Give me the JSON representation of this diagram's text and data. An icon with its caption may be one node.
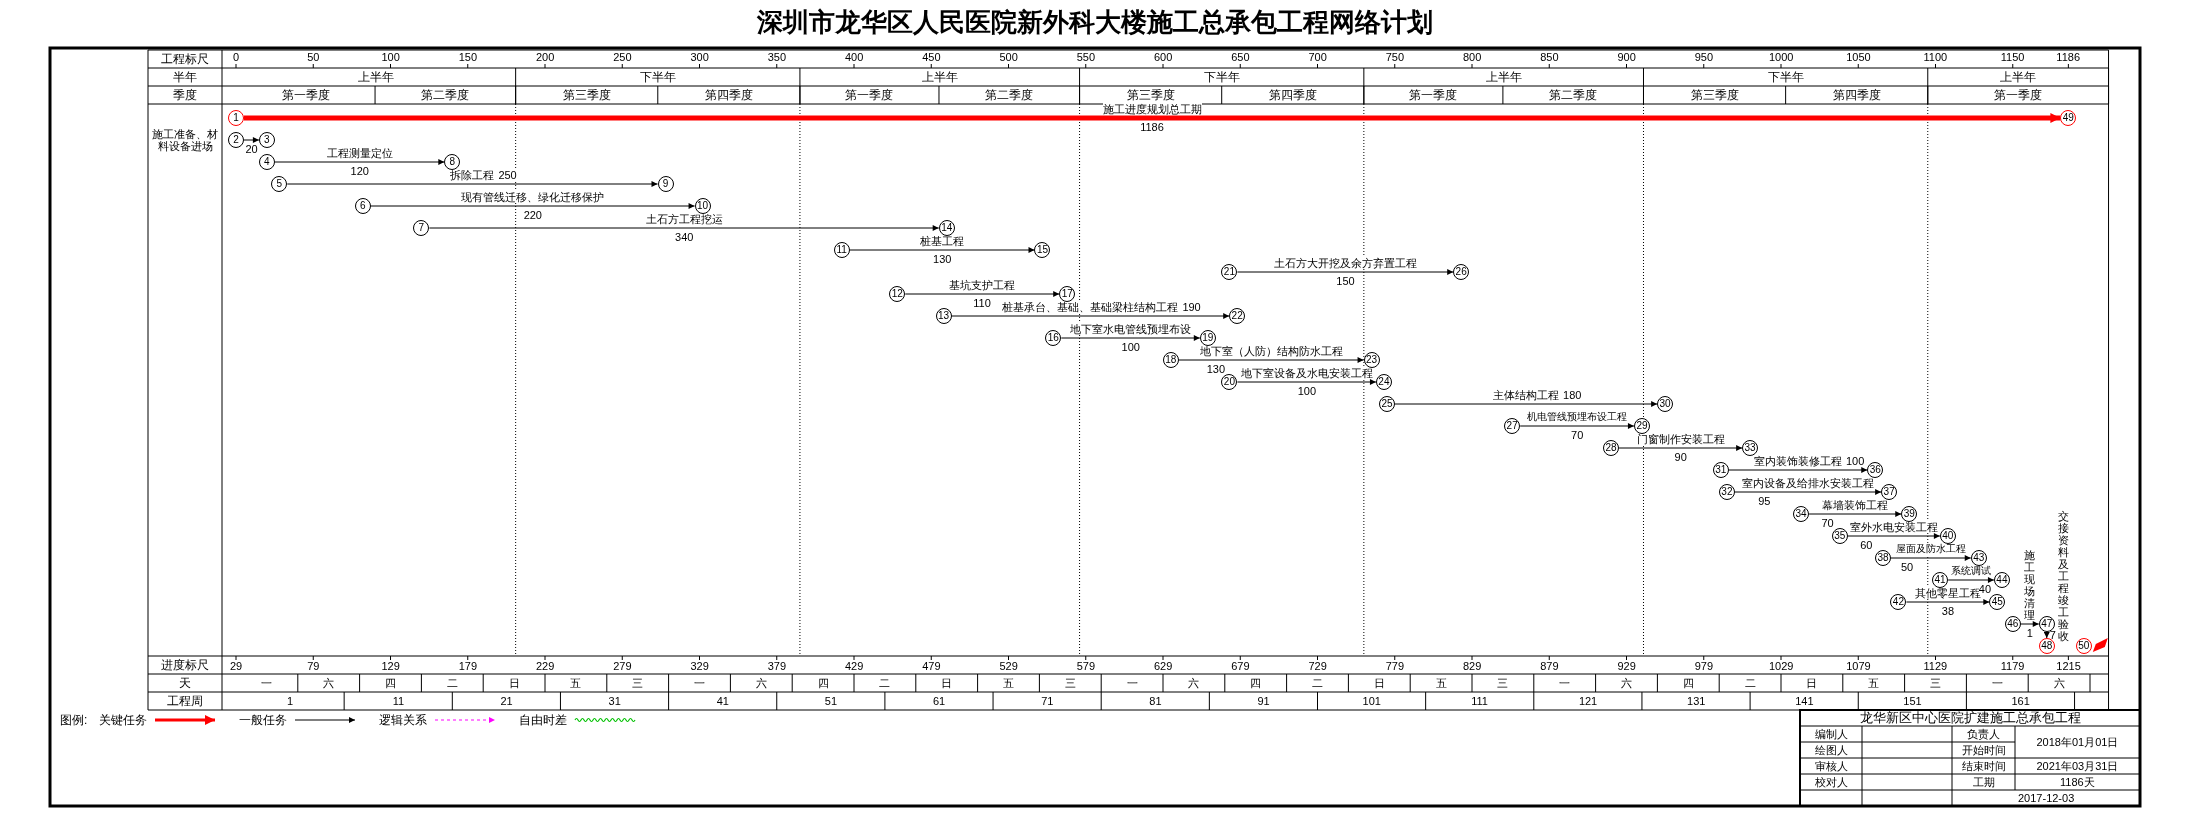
{
  "diagram": {
    "title": "深圳市龙华区人民医院新外科大楼施工总承包工程网络计划",
    "nodes": [
      {
        "text": [
          "1"
        ]
      },
      {
        "text": [
          "2"
        ]
      },
      {
        "text": [
          "3"
        ]
      },
      {
        "text": [
          "4"
        ]
      },
      {
        "text": [
          "5"
        ]
      },
      {
        "text": [
          "6"
        ]
      },
      {
        "text": [
          "7"
        ]
      },
      {
        "text": [
          "8"
        ]
      },
      {
        "text": [
          "9"
        ]
      },
      {
        "text": [
          "10"
        ]
      },
      {
        "text": [
          "11"
        ]
      },
      {
        "text": [
          "12"
        ]
      },
      {
        "text": [
          "13"
        ]
      },
      {
        "text": [
          "14"
        ]
      },
      {
        "text": [
          "15"
        ]
      },
      {
        "text": [
          "16"
        ]
      },
      {
        "text": [
          "17"
        ]
      },
      {
        "text": [
          "18"
        ]
      },
      {
        "text": [
          "19"
        ]
      },
      {
        "text": [
          "20"
        ]
      },
      {
        "text": [
          "21"
        ]
      },
      {
        "text": [
          "22"
        ]
      },
      {
        "text": [
          "23"
        ]
      },
      {
        "text": [
          "24"
        ]
      },
      {
        "text": [
          "25"
        ]
      },
      {
        "text": [
          "26"
        ]
      },
      {
        "text": [
          "27"
        ]
      },
      {
        "text": [
          "28"
        ]
      },
      {
        "text": [
          "29"
        ]
      },
      {
        "text": [
          "30"
        ]
      },
      {
        "text": [
          "31"
        ]
      },
      {
        "text": [
          "32"
        ]
      },
      {
        "text": [
          "33"
        ]
      },
      {
        "text": [
          "34"
        ]
      },
      {
        "text": [
          "35"
        ]
      },
      {
        "text": [
          "36"
        ]
      },
      {
        "text": [
          "37"
        ]
      },
      {
        "text": [
          "38"
        ]
      },
      {
        "text": [
          "39"
        ]
      },
      {
        "text": [
          "40"
        ]
      },
      {
        "text": [
          "41"
        ]
      },
      {
        "text": [
          "42"
        ]
      },
      {
        "text": [
          "43"
        ]
      },
      {
        "text": [
          "44"
        ]
      },
      {
        "text": [
          "45"
        ]
      },
      {
        "text": [
          "46"
        ]
      },
      {
        "text": [
          "47"
        ]
      },
      {
        "text": [
          "48"
        ]
      },
      {
        "text": [
          "49"
        ]
      },
      {
        "text": [
          "50"
        ]
      }
    ],
    "edges": [
      {
        "from": 0,
        "to": 48,
        "arrow": "to",
        "label": "施工进度规划总工期",
        "style": "thick",
        "color": "#ff0000"
      },
      {
        "from": 1,
        "to": 2,
        "arrow": "to",
        "label": "施工准备、材料设备进场"
      },
      {
        "from": 3,
        "to": 7,
        "arrow": "to",
        "label": "工程测量定位"
      },
      {
        "from": 4,
        "to": 8,
        "arrow": "to",
        "label": "拆除工程"
      },
      {
        "from": 5,
        "to": 9,
        "arrow": "to",
        "label": "现有管线迁移、绿化迁移保护"
      },
      {
        "from": 6,
        "to": 13,
        "arrow": "to",
        "label": "土石方工程挖运"
      },
      {
        "from": 10,
        "to": 14,
        "arrow": "to",
        "label": "桩基工程"
      },
      {
        "from": 20,
        "to": 25,
        "arrow": "to",
        "label": "土石方大开挖及余方弃置工程"
      },
      {
        "from": 11,
        "to": 16,
        "arrow": "to",
        "label": "基坑支护工程"
      },
      {
        "from": 12,
        "to": 21,
        "arrow": "to",
        "label": "桩基承台、基础、基础梁柱结构工程"
      },
      {
        "from": 15,
        "to": 18,
        "arrow": "to",
        "label": "地下室水电管线预埋布设"
      },
      {
        "from": 17,
        "to": 22,
        "arrow": "to",
        "label": "地下室（人防）结构防水工程"
      },
      {
        "from": 19,
        "to": 23,
        "arrow": "to",
        "label": "地下室设备及水电安装工程"
      },
      {
        "from": 24,
        "to": 29,
        "arrow": "to",
        "label": "主体结构工程"
      },
      {
        "from": 26,
        "to": 28,
        "arrow": "to",
        "label": "机电管线预埋布设工程"
      },
      {
        "from": 27,
        "to": 32,
        "arrow": "to",
        "label": "门窗制作安装工程"
      },
      {
        "from": 30,
        "to": 35,
        "arrow": "to",
        "label": "室内装饰装修工程"
      },
      {
        "from": 31,
        "to": 36,
        "arrow": "to",
        "label": "室内设备及给排水安装工程"
      },
      {
        "from": 33,
        "to": 38,
        "arrow": "to",
        "label": "幕墙装饰工程"
      },
      {
        "from": 34,
        "to": 39,
        "arrow": "to",
        "label": "室外水电安装工程"
      },
      {
        "from": 37,
        "to": 42,
        "arrow": "to",
        "label": "屋面及防水工程"
      },
      {
        "from": 40,
        "to": 43,
        "arrow": "to",
        "label": "系统调试"
      },
      {
        "from": 41,
        "to": 44,
        "arrow": "to",
        "label": "其他零星工程"
      },
      {
        "from": 45,
        "to": 46,
        "arrow": "to",
        "label": "施工现场清理"
      },
      {
        "from": 46,
        "to": 47,
        "arrow": "to",
        "label": "交接资料及工程竣工验收"
      }
    ],
    "labels": [
      "工程标尺",
      "0",
      "50",
      "100",
      "150",
      "200",
      "250",
      "300",
      "350",
      "400",
      "450",
      "500",
      "550",
      "600",
      "650",
      "700",
      "750",
      "800",
      "850",
      "900",
      "950",
      "1000",
      "1050",
      "1100",
      "1150",
      "1186",
      "半年",
      "上半年",
      "下半年",
      "上半年",
      "下半年",
      "上半年",
      "下半年",
      "上半年",
      "季度",
      "第一季度",
      "第二季度",
      "第三季度",
      "第四季度",
      "第一季度",
      "第二季度",
      "第三季度",
      "第四季度",
      "第一季度",
      "第二季度",
      "第三季度",
      "第四季度",
      "第一季度",
      "1186",
      "20",
      "120",
      "250",
      "220",
      "340",
      "130",
      "150",
      "110",
      "190",
      "100",
      "130",
      "100",
      "180",
      "70",
      "90",
      "100",
      "95",
      "70",
      "60",
      "50",
      "40",
      "38",
      "1",
      "7",
      "进度标尺",
      "29",
      "79",
      "129",
      "179",
      "229",
      "279",
      "329",
      "379",
      "429",
      "479",
      "529",
      "579",
      "629",
      "679",
      "729",
      "779",
      "829",
      "879",
      "929",
      "979",
      "1029",
      "1079",
      "1129",
      "1179",
      "1215",
      "天",
      "一",
      "六",
      "四",
      "二",
      "日",
      "五",
      "三",
      "一",
      "六",
      "四",
      "二",
      "日",
      "五",
      "三",
      "一",
      "六",
      "四",
      "二",
      "日",
      "五",
      "三",
      "一",
      "六",
      "四",
      "二",
      "日",
      "五",
      "三",
      "一",
      "六",
      "工程周",
      "1",
      "11",
      "21",
      "31",
      "41",
      "51",
      "61",
      "71",
      "81",
      "91",
      "101",
      "111",
      "121",
      "131",
      "141",
      "151",
      "161",
      "图例:",
      "龙华新区中心医院扩建施工总承包工程",
      "编制人",
      "负责人",
      "2018年01月01日",
      "绘图人",
      "开始时间",
      "审核人",
      "结束时间",
      "2021年03月31日",
      "校对人",
      "工期",
      "1186天",
      "2017-12-03"
    ],
    "legend": [
      {
        "text": "关键任务"
      },
      {
        "text": "一般任务"
      },
      {
        "text": "逻辑关系"
      },
      {
        "text": "自由时差"
      }
    ]
  }
}
